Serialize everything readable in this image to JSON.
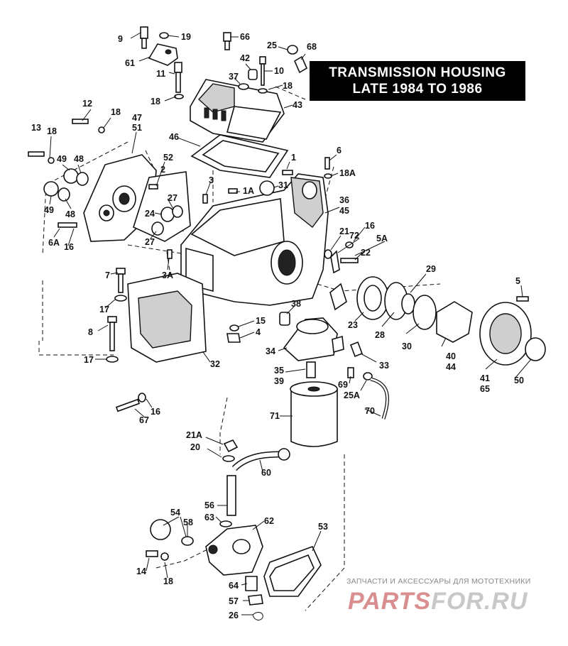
{
  "title": {
    "line1": "TRANSMISSION HOUSING",
    "line2": "LATE 1984 TO 1986"
  },
  "watermark": {
    "caption": "ЗАПЧАСТИ И АКСЕССУАРЫ ДЛЯ МОТОТЕХНИКИ",
    "logo_part1": "PARTS",
    "logo_part2": "FOR.RU",
    "colors": {
      "accent": "#d98f8f",
      "muted": "#c8c8c8"
    }
  },
  "callouts": {
    "c9": "9",
    "c19": "19",
    "c61": "61",
    "c66": "66",
    "c25": "25",
    "c68": "68",
    "c42": "42",
    "c10": "10",
    "c11": "11",
    "c37": "37",
    "c18a": "18",
    "c18b": "18",
    "c43": "43",
    "c12": "12",
    "c18c": "18",
    "c47": "47",
    "c51": "51",
    "c13": "13",
    "c18d": "18",
    "c46": "46",
    "c6": "6",
    "c1": "1",
    "c18A": "18A",
    "c49a": "49",
    "c48a": "48",
    "c52": "52",
    "c2": "2",
    "c3": "3",
    "c1A": "1A",
    "c31": "31",
    "c27a": "27",
    "c49b": "49",
    "c48b": "48",
    "c24": "24",
    "c36": "36",
    "c45": "45",
    "c16a": "16",
    "c6A": "6A",
    "c16b": "16",
    "c21": "21",
    "c72": "72",
    "c5A": "5A",
    "c27b": "27",
    "c22": "22",
    "c3A": "3A",
    "c7": "7",
    "c29": "29",
    "c5": "5",
    "c17a": "17",
    "c38": "38",
    "c15": "15",
    "c4": "4",
    "c23": "23",
    "c28": "28",
    "c30": "30",
    "c40": "40",
    "c44": "44",
    "c8": "8",
    "c34": "34",
    "c33": "33",
    "c17b": "17",
    "c32": "32",
    "c41": "41",
    "c65": "65",
    "c50": "50",
    "c35": "35",
    "c39": "39",
    "c69": "69",
    "c25A": "25A",
    "c16c": "16",
    "c71": "71",
    "c70": "70",
    "c67": "67",
    "c21A": "21A",
    "c20": "20",
    "c60": "60",
    "c56": "56",
    "c63": "63",
    "c54": "54",
    "c58": "58",
    "c62": "62",
    "c53": "53",
    "c14": "14",
    "c18e": "18",
    "c64": "64",
    "c57": "57",
    "c26": "26"
  }
}
